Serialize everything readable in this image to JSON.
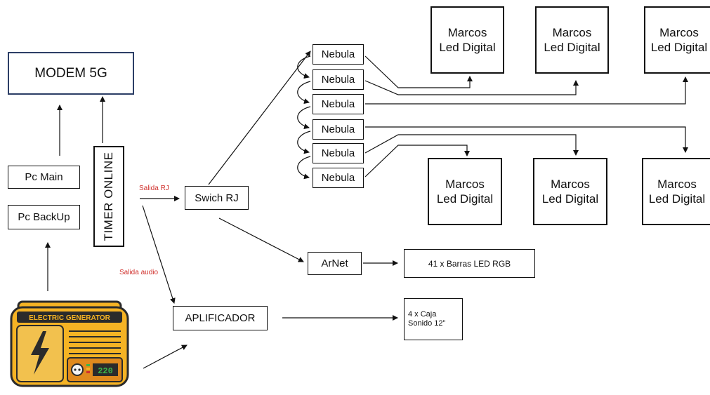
{
  "nodes": {
    "modem": "MODEM 5G",
    "pc_main": "Pc Main",
    "pc_backup": "Pc BackUp",
    "timer": "TIMER ONLINE",
    "switch": "Swich RJ",
    "nebula": [
      "Nebula",
      "Nebula",
      "Nebula",
      "Nebula",
      "Nebula",
      "Nebula"
    ],
    "marcos_top": [
      {
        "l1": "Marcos",
        "l2": "Led Digital"
      },
      {
        "l1": "Marcos",
        "l2": "Led Digital"
      },
      {
        "l1": "Marcos",
        "l2": "Led Digital"
      }
    ],
    "marcos_bottom": [
      {
        "l1": "Marcos",
        "l2": "Led Digital"
      },
      {
        "l1": "Marcos",
        "l2": "Led Digital"
      },
      {
        "l1": "Marcos",
        "l2": "Led Digital"
      }
    ],
    "arnet": "ArNet",
    "barras": "41 x Barras LED RGB",
    "amplifier": "APLIFICADOR",
    "caja_l1": "4 x Caja",
    "caja_l2": "Sonido 12”"
  },
  "edge_labels": {
    "salida_rj": "Salida RJ",
    "salida_audio": "Salida audio"
  },
  "generator": {
    "title": "ELECTRIC GENERATOR",
    "display": "220",
    "body_color": "#f5b324",
    "outline_color": "#2b2b2b"
  }
}
